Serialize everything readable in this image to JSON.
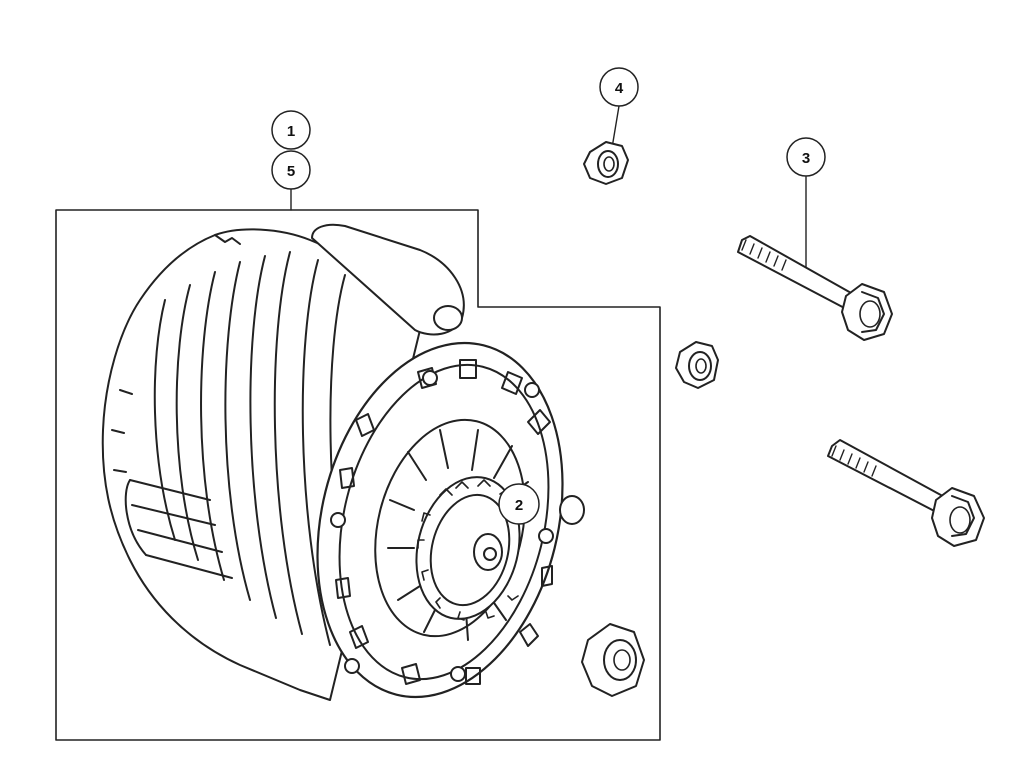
{
  "callouts": [
    {
      "id": "1",
      "label": "1"
    },
    {
      "id": "5",
      "label": "5"
    },
    {
      "id": "4",
      "label": "4"
    },
    {
      "id": "3",
      "label": "3"
    },
    {
      "id": "2",
      "label": "2"
    }
  ],
  "colors": {
    "line": "#222222",
    "background": "#ffffff"
  }
}
